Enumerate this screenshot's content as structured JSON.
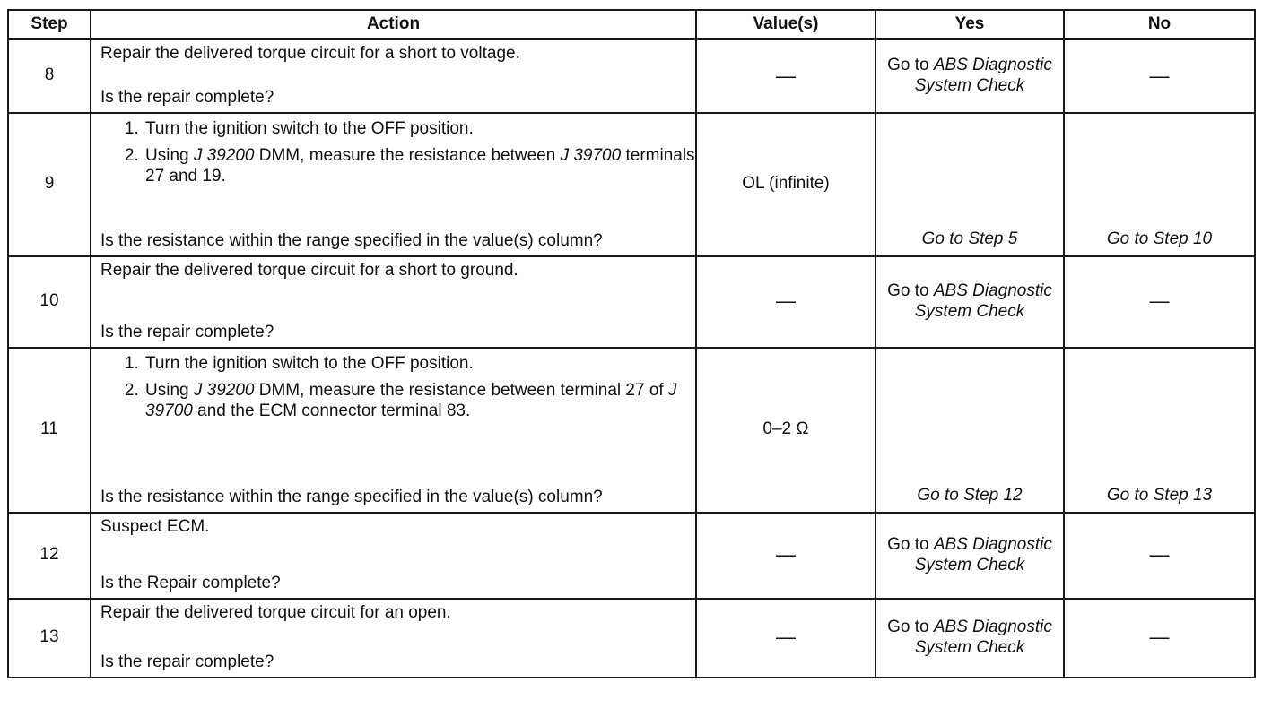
{
  "headers": {
    "step": "Step",
    "action": "Action",
    "values": "Value(s)",
    "yes": "Yes",
    "no": "No"
  },
  "rows": [
    {
      "step": "8",
      "action": "Repair the delivered torque circuit for a short to voltage.",
      "question": "Is the repair complete?",
      "value": "—",
      "yes": {
        "prefix": "Go to ",
        "ital": "ABS Diagnostic System Check"
      },
      "no": "—"
    },
    {
      "step": "9",
      "items": [
        {
          "parts": [
            "Turn the ignition switch to the OFF position."
          ]
        },
        {
          "parts": [
            "Using ",
            "J 39200",
            " DMM, measure the resistance between ",
            "J 39700",
            " terminals 27 and 19."
          ]
        }
      ],
      "question": "Is the resistance within the range specified in the value(s) column?",
      "value": "OL (infinite)",
      "yes": "Go to Step 5",
      "no": "Go to Step 10"
    },
    {
      "step": "10",
      "action": "Repair the delivered torque circuit for a short to ground.",
      "question": "Is the repair complete?",
      "value": "—",
      "yes": {
        "prefix": "Go to ",
        "ital": "ABS Diagnostic System Check"
      },
      "no": "—"
    },
    {
      "step": "11",
      "items": [
        {
          "parts": [
            "Turn the ignition switch to the OFF position."
          ]
        },
        {
          "parts": [
            "Using ",
            "J 39200",
            " DMM, measure the resistance between terminal 27 of ",
            "J 39700",
            " and the ECM connector terminal 83."
          ]
        }
      ],
      "question": "Is the resistance within the range specified in the value(s) column?",
      "value": "0–2 Ω",
      "yes": "Go to Step 12",
      "no": "Go to Step 13"
    },
    {
      "step": "12",
      "action": "Suspect ECM.",
      "question": "Is the Repair complete?",
      "value": "—",
      "yes": {
        "prefix": "Go to ",
        "ital": "ABS Diagnostic System Check"
      },
      "no": "—"
    },
    {
      "step": "13",
      "action": "Repair the delivered torque circuit for an open.",
      "question": "Is the repair complete?",
      "value": "—",
      "yes": {
        "prefix": "Go to ",
        "ital": "ABS Diagnostic System Check"
      },
      "no": "—"
    }
  ]
}
